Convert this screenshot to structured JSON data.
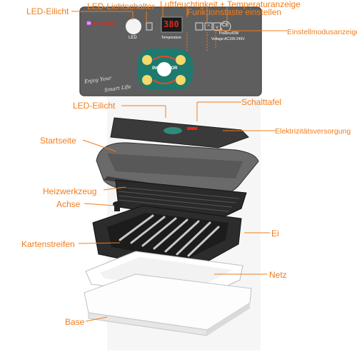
{
  "callouts": {
    "led_light_top": "LED-Eilicht",
    "led_switch": "LED-Lichtschalter",
    "humidity_temp": "Luftfeuchtigkeit + Temperaturanzeige",
    "function_key": "Funktionstaste einstellen",
    "mode_display": "Einstellmodusanzeige",
    "led_light_mid": "LED-Eilicht",
    "control_panel": "Schalttafel",
    "power_supply": "Elektrizitätsversorgung",
    "top_cover": "Startseite",
    "heater": "Heizwerkzeug",
    "axle": "Achse",
    "egg": "Ei",
    "card_strips": "Kartenstreifen",
    "net": "Netz",
    "base": "Base"
  },
  "panel": {
    "brand": "♒ E-Sunuu",
    "led_label": "LED",
    "display_value": "380",
    "display_label": "Temperature",
    "ce_mark": "CE",
    "power": "Power≤40W",
    "voltage": "Voltage:AC195-245V",
    "incubator_label": "INCUBATOR",
    "slogan_1": "Enjoy Your",
    "slogan_2": "Smart Life"
  },
  "colors": {
    "callout": "#f07d1e",
    "panel": "#5e5e5e",
    "display": "#e0281a",
    "tray": "#2c2c2c",
    "logo_bg": "#1e7a6e"
  }
}
